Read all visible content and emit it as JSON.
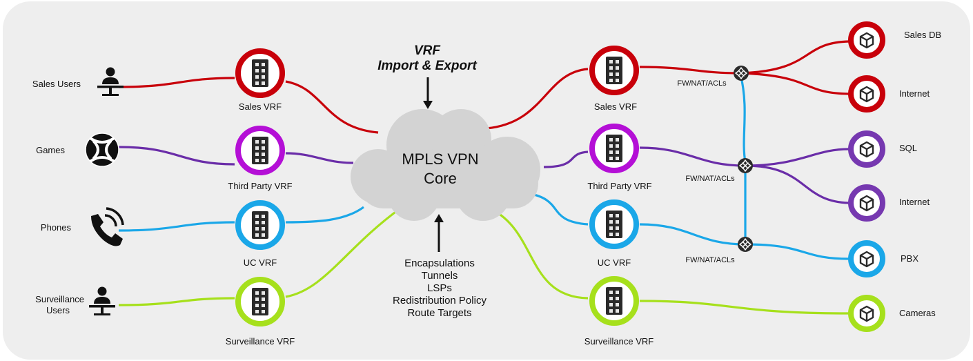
{
  "diagram": {
    "cloud": {
      "line1": "MPLS VPN",
      "line2": "Core"
    },
    "import_export": {
      "line1": "VRF",
      "line2": "Import & Export"
    },
    "core_features": [
      "Encapsulations",
      "Tunnels",
      "LSPs",
      "Redistribution Policy",
      "Route Targets"
    ],
    "left_endpoints": [
      {
        "line1": "Sales Users",
        "line2": "",
        "icon": "user-at-desk-icon"
      },
      {
        "line1": "Games",
        "line2": "",
        "icon": "xbox-icon"
      },
      {
        "line1": "Phones",
        "line2": "",
        "icon": "phone-call-icon"
      },
      {
        "line1": "Surveillance",
        "line2": "Users",
        "icon": "user-at-desk-icon"
      }
    ],
    "left_vrfs": [
      "Sales VRF",
      "Third Party VRF",
      "UC VRF",
      "Surveillance VRF"
    ],
    "right_vrfs": [
      "Sales VRF",
      "Third Party VRF",
      "UC VRF",
      "Surveillance VRF"
    ],
    "firewalls": [
      "FW/NAT/ACLs",
      "FW/NAT/ACLs",
      "FW/NAT/ACLs"
    ],
    "services": [
      "Sales DB",
      "Internet",
      "SQL",
      "Internet",
      "PBX",
      "Cameras"
    ],
    "colors": {
      "background": "#eeeeee",
      "sales": "#c8000a",
      "third_party": "#b40fd6",
      "third_party_link": "#6a2da8",
      "third_party_service": "#7638b0",
      "uc": "#1aa7e8",
      "surveillance": "#a6e01c",
      "cloud": "#d3d3d3",
      "icon_dark": "#2a2a2a"
    }
  }
}
